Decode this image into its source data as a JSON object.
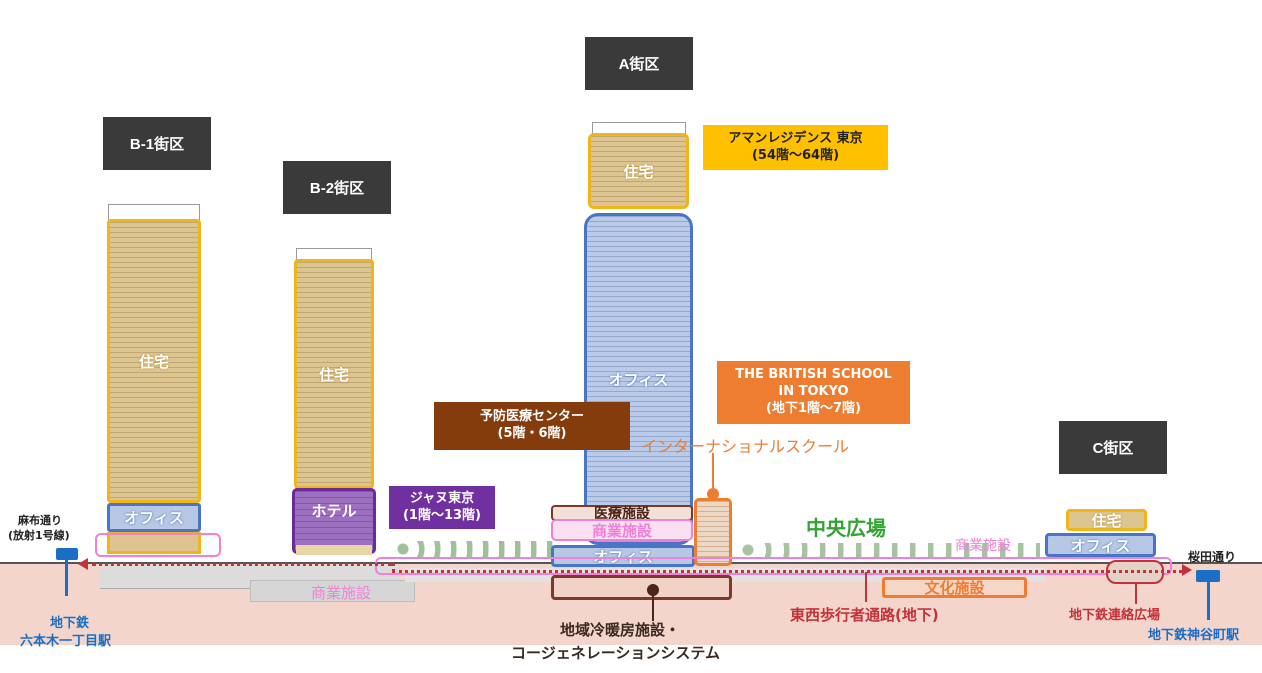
{
  "districts": {
    "a": "A街区",
    "b1": "B-1街区",
    "b2": "B-2街区",
    "c": "C街区"
  },
  "callouts": {
    "aman": {
      "line1": "アマンレジデンス 東京",
      "line2": "(54階〜64階)",
      "color": "#ffc000"
    },
    "preventive": {
      "line1": "予防医療センター",
      "line2": "(5階・6階)",
      "color": "#843c0c"
    },
    "janu": {
      "line1": "ジャヌ東京",
      "line2": "(1階〜13階)",
      "color": "#7030a0"
    },
    "british": {
      "line1": "THE BRITISH SCHOOL",
      "line2": "IN TOKYO",
      "line3": "(地下1階〜7階)",
      "color": "#ed7d31"
    }
  },
  "labels": {
    "b1_residence": "住宅",
    "b1_office": "オフィス",
    "b2_residence": "住宅",
    "b2_hotel": "ホテル",
    "a_residence": "住宅",
    "a_office": "オフィス",
    "a_lower_office": "オフィス",
    "medical": "医療施設",
    "a_commercial": "商業施設",
    "intl_school": "インターナショナルスクール",
    "central_plaza": "中央広場",
    "c_residence": "住宅",
    "c_office": "オフィス",
    "c_commercial": "商業施設",
    "culture": "文化施設",
    "b_commercial": "商業施設",
    "ew_passage": "東西歩行者通路(地下)",
    "subway_plaza": "地下鉄連絡広場",
    "dhc_line1": "地域冷暖房施設・",
    "dhc_line2": "コージェネレーションシステム",
    "azabu_line1": "麻布通り",
    "azabu_line2": "(放射1号線)",
    "sakurada": "桜田通り",
    "roppongi_line1": "地下鉄",
    "roppongi_line2": "六本木一丁目駅",
    "kamiyacho": "地下鉄神谷町駅"
  },
  "colors": {
    "residence": "#f1b51c",
    "office": "#4a74c4",
    "commercial": "#f080d8",
    "medical": "#7b3a2a",
    "school": "#ed7d31",
    "plaza": "#33a333",
    "passage": "#c2323a",
    "station": "#1a6fc4",
    "ground": "#f4d5cc"
  },
  "icons": {
    "station_left": "subway-station-icon",
    "station_right": "subway-station-icon",
    "arrow_right": "arrow-right-icon",
    "arrow_left": "arrow-left-icon"
  }
}
